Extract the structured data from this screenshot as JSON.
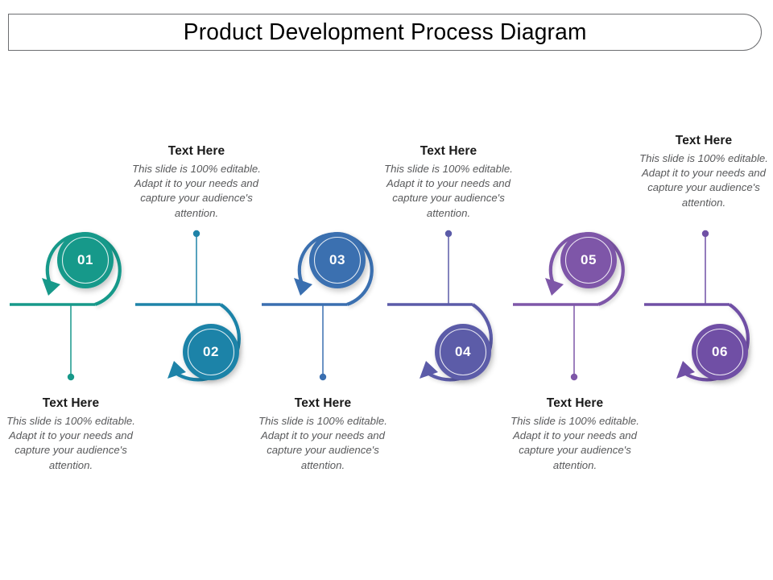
{
  "title": {
    "text": "Product Development  Process Diagram"
  },
  "colors": {
    "frame_border": "#6d6e71",
    "title_text": "#000000",
    "heading_text": "#1a1a1a",
    "body_text": "#58595b",
    "step_01": "#17998a",
    "step_02": "#1e83a8",
    "step_03": "#3a6fb0",
    "step_04": "#5b5ba8",
    "step_05": "#7e57a8",
    "step_06": "#7050a5"
  },
  "steps": [
    {
      "number": "01",
      "color": "#17998a",
      "position": "top",
      "arrow": "down",
      "heading": "Text Here",
      "body": "This slide is 100% editable. Adapt it to your needs and capture your audience's attention.",
      "text_position": "bottom"
    },
    {
      "number": "02",
      "color": "#1e83a8",
      "position": "bottom",
      "arrow": "up",
      "heading": "Text Here",
      "body": "This slide is 100% editable. Adapt it to your needs and capture your audience's attention.",
      "text_position": "top"
    },
    {
      "number": "03",
      "color": "#3a6fb0",
      "position": "top",
      "arrow": "down",
      "heading": "Text Here",
      "body": "This slide is 100% editable. Adapt it to your needs and capture your audience's attention.",
      "text_position": "bottom"
    },
    {
      "number": "04",
      "color": "#5b5ba8",
      "position": "bottom",
      "arrow": "up",
      "heading": "Text Here",
      "body": "This slide is 100% editable. Adapt it to your needs and capture your audience's attention.",
      "text_position": "top"
    },
    {
      "number": "05",
      "color": "#7e57a8",
      "position": "top",
      "arrow": "down",
      "heading": "Text Here",
      "body": "This slide is 100% editable. Adapt it to your needs and capture your audience's attention.",
      "text_position": "bottom"
    },
    {
      "number": "06",
      "color": "#7050a5",
      "position": "bottom",
      "arrow": "up",
      "heading": "Text Here",
      "body": "This slide is 100% editable. Adapt it to your needs and capture your audience's attention.",
      "text_position": "top"
    }
  ]
}
